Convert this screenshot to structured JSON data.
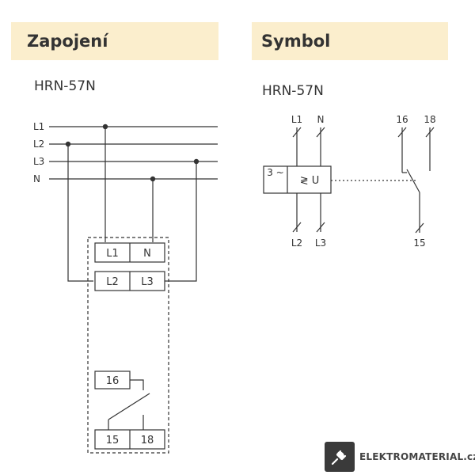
{
  "sections": {
    "left_title": "Zapojení",
    "right_title": "Symbol"
  },
  "model": "HRN-57N",
  "wiring": {
    "bus_lines": [
      "L1",
      "L2",
      "L3",
      "N"
    ],
    "terminals_top": [
      "L1",
      "N"
    ],
    "terminals_mid": [
      "L2",
      "L3"
    ],
    "relay_common": "16",
    "relay_contacts": [
      "15",
      "18"
    ]
  },
  "symbol": {
    "inputs_top": [
      "L1",
      "N"
    ],
    "inputs_bottom": [
      "L2",
      "L3"
    ],
    "phase_label": "3 ~",
    "function_label": "≷ U",
    "contact_top": [
      "16",
      "18"
    ],
    "contact_bottom": "15"
  },
  "logo": {
    "text": "ELEKTROMATERIAL.cz",
    "icon": "plug-icon"
  },
  "colors": {
    "header_bg": "#fbeecd",
    "line": "#333333"
  }
}
